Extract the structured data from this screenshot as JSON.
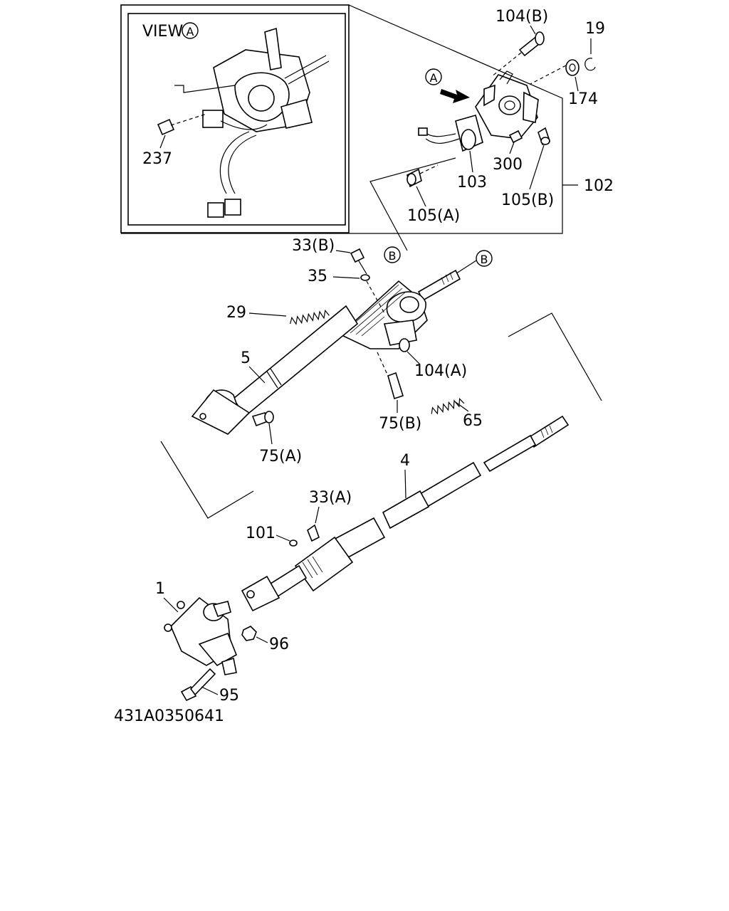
{
  "inset": {
    "title": "VIEW",
    "title_circled": "A"
  },
  "labels": {
    "p237": "237",
    "p104b": "104(B)",
    "p19": "19",
    "p174": "174",
    "pA_arrow": "A",
    "p103": "103",
    "p300": "300",
    "p105b": "105(B)",
    "p102": "102",
    "p105a": "105(A)",
    "p33b": "33(B)",
    "pB_circ1": "B",
    "pB_circ2": "B",
    "p35": "35",
    "p29": "29",
    "p5": "5",
    "p104a": "104(A)",
    "p75b": "75(B)",
    "p65": "65",
    "p75a": "75(A)",
    "p4": "4",
    "p33a": "33(A)",
    "p101": "101",
    "p1": "1",
    "p96": "96",
    "p95": "95"
  },
  "drawing_number": "431A0350641"
}
